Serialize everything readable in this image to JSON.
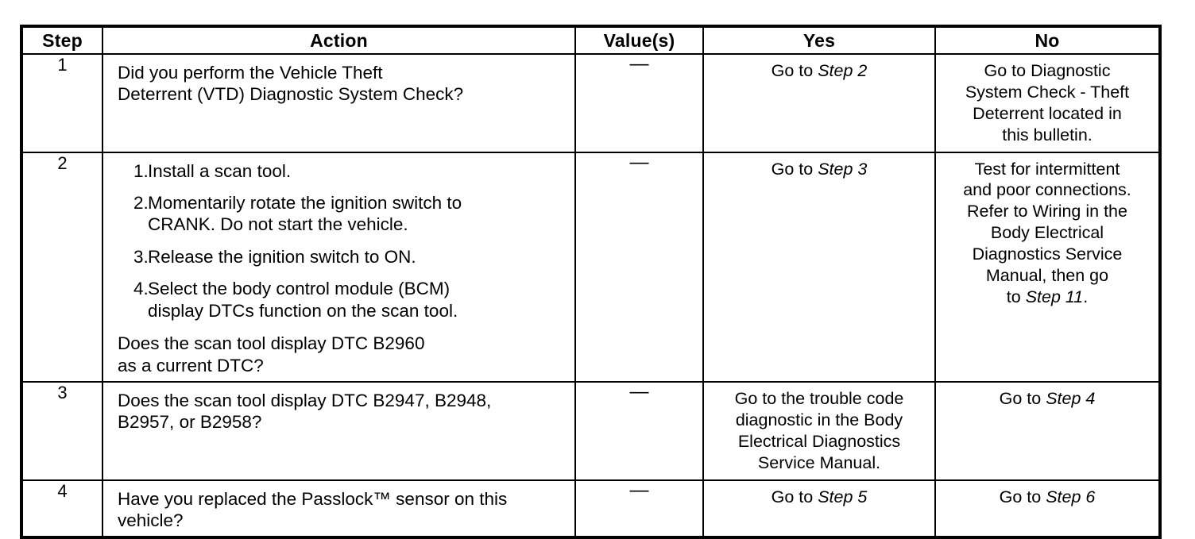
{
  "table": {
    "columns": [
      {
        "key": "step",
        "label": "Step"
      },
      {
        "key": "action",
        "label": "Action"
      },
      {
        "key": "value",
        "label": "Value(s)"
      },
      {
        "key": "yes",
        "label": "Yes"
      },
      {
        "key": "no",
        "label": "No"
      }
    ],
    "rows": [
      {
        "step": "1",
        "action": {
          "kind": "question",
          "lines": [
            "Did you perform the Vehicle Theft",
            "Deterrent (VTD) Diagnostic System Check?"
          ]
        },
        "value": "—",
        "yes": {
          "align": "bottom",
          "pre": "Go to ",
          "ref": "Step 2",
          "post": ""
        },
        "no": {
          "align": "top",
          "lines": [
            "Go to Diagnostic",
            "System Check - Theft",
            "Deterrent located in",
            "this bulletin."
          ]
        }
      },
      {
        "step": "2",
        "action": {
          "kind": "procedure",
          "steps": [
            {
              "num": "1.",
              "lines": [
                "Install a scan tool."
              ]
            },
            {
              "num": "2.",
              "lines": [
                "Momentarily rotate the ignition switch to",
                "CRANK. Do not start the vehicle."
              ]
            },
            {
              "num": "3.",
              "lines": [
                "Release the ignition switch to ON."
              ]
            },
            {
              "num": "4.",
              "lines": [
                "Select the body control module (BCM)",
                "display DTCs function on the scan tool."
              ]
            }
          ],
          "question_lines": [
            "Does the scan tool display DTC B2960",
            "as a current DTC?"
          ]
        },
        "value": "—",
        "yes": {
          "align": "bottom",
          "pre": "Go to ",
          "ref": "Step 3",
          "post": ""
        },
        "no": {
          "align": "bottom",
          "lines": [
            "Test for intermittent",
            "and poor connections.",
            "Refer to Wiring in the",
            "Body Electrical",
            "Diagnostics Service",
            "Manual, then go"
          ],
          "last_pre": "to ",
          "last_ref": "Step 11",
          "last_post": "."
        }
      },
      {
        "step": "3",
        "action": {
          "kind": "question",
          "lines": [
            "Does the scan tool display DTC B2947, B2948,",
            "B2957, or B2958?"
          ]
        },
        "value": "—",
        "yes": {
          "align": "top",
          "lines": [
            "Go to the trouble code",
            "diagnostic in the Body",
            "Electrical Diagnostics",
            "Service Manual."
          ]
        },
        "no": {
          "align": "bottom",
          "pre": "Go to ",
          "ref": "Step 4",
          "post": ""
        }
      },
      {
        "step": "4",
        "action": {
          "kind": "question",
          "lines": [
            "Have you replaced the Passlock™ sensor on this",
            "vehicle?"
          ]
        },
        "value": "—",
        "yes": {
          "align": "bottom",
          "pre": "Go to ",
          "ref": "Step 5",
          "post": ""
        },
        "no": {
          "align": "bottom",
          "pre": "Go to ",
          "ref": "Step 6",
          "post": ""
        }
      }
    ]
  }
}
